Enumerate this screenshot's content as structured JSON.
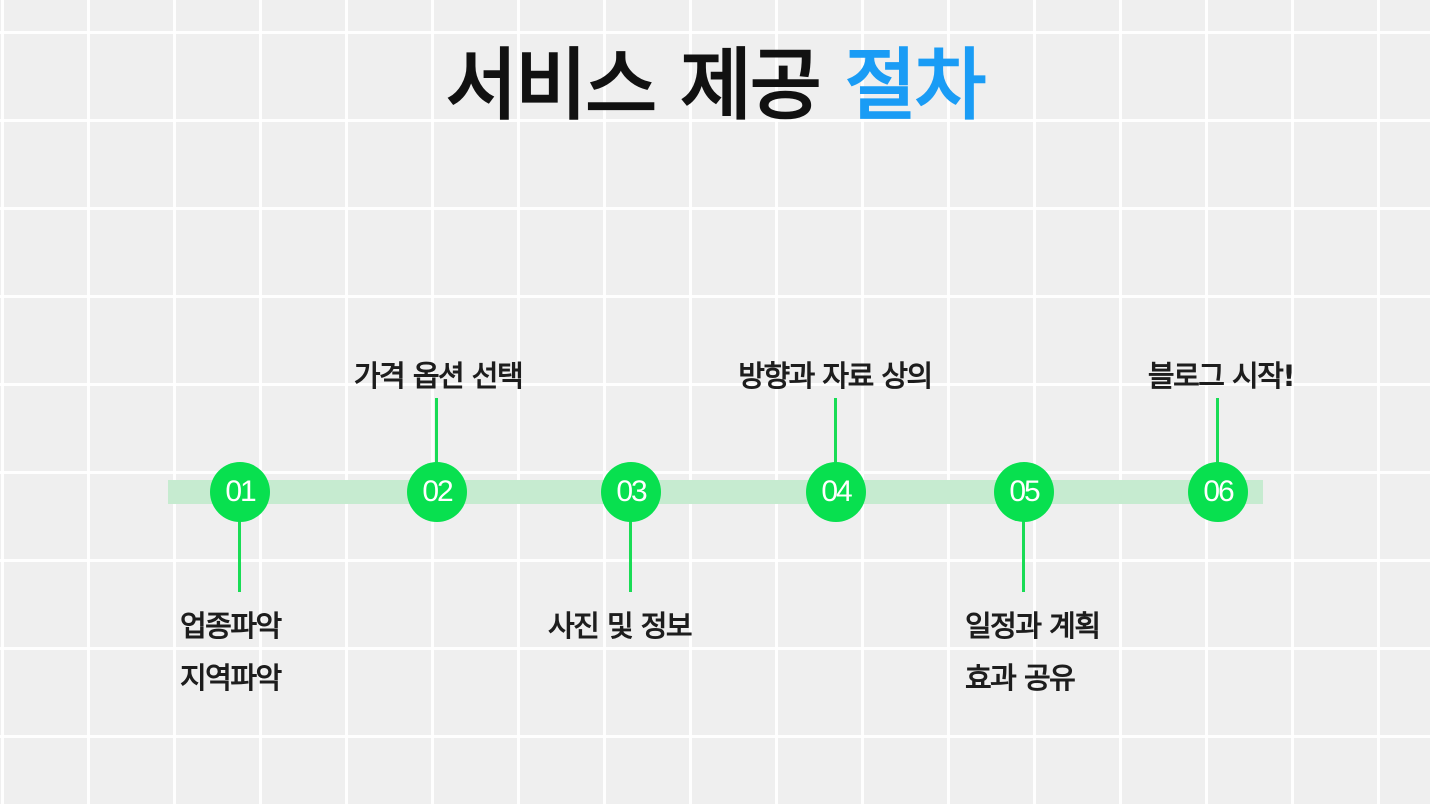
{
  "title": {
    "main": "서비스 제공 ",
    "accent": "절차",
    "accent_color": "#1a9cf5"
  },
  "timeline": {
    "track_color": "#c6ebd0",
    "node_color": "#08e04f",
    "steps": [
      {
        "number": "01",
        "position": "below",
        "lines": [
          "업종파악",
          "지역파악"
        ]
      },
      {
        "number": "02",
        "position": "above",
        "lines": [
          "가격 옵션 선택"
        ]
      },
      {
        "number": "03",
        "position": "below",
        "lines": [
          "사진 및 정보"
        ]
      },
      {
        "number": "04",
        "position": "above",
        "lines": [
          "방향과 자료 상의"
        ]
      },
      {
        "number": "05",
        "position": "below",
        "lines": [
          "일정과 계획",
          "효과 공유"
        ]
      },
      {
        "number": "06",
        "position": "above",
        "lines": [
          "블로그 시작!"
        ]
      }
    ]
  }
}
